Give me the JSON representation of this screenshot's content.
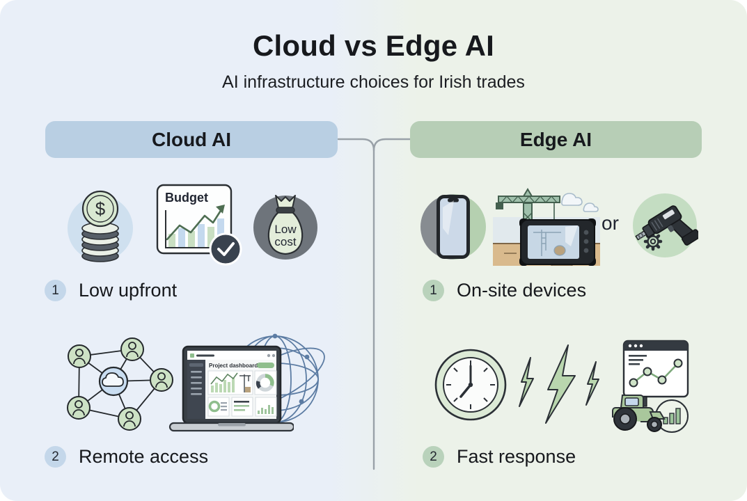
{
  "page": {
    "title": "Cloud vs Edge AI",
    "subtitle": "AI infrastructure choices for Irish trades"
  },
  "colors": {
    "left_bg": "#e9eff8",
    "right_bg": "#ecf2e9",
    "cloud_header_bg": "#b9cfe3",
    "edge_header_bg": "#b7ceb6",
    "badge_blue": "#c4d7ea",
    "badge_green": "#b9d2bb",
    "divider": "#99a1a8",
    "icon_green": "#cde2c5",
    "icon_blue": "#c9ddf1",
    "bolt_green": "#b9d6ae"
  },
  "cloud_column": {
    "header": "Cloud AI",
    "items": [
      {
        "number": "1",
        "label": "Low upfront"
      },
      {
        "number": "2",
        "label": "Remote access"
      }
    ],
    "coin_symbol": "$",
    "budget_label": "Budget",
    "money_bag_line1": "Low",
    "money_bag_line2": "cost",
    "laptop_title": "Project dashboard"
  },
  "edge_column": {
    "header": "Edge AI",
    "items": [
      {
        "number": "1",
        "label": "On-site devices"
      },
      {
        "number": "2",
        "label": "Fast response"
      }
    ],
    "or_label": "or"
  }
}
